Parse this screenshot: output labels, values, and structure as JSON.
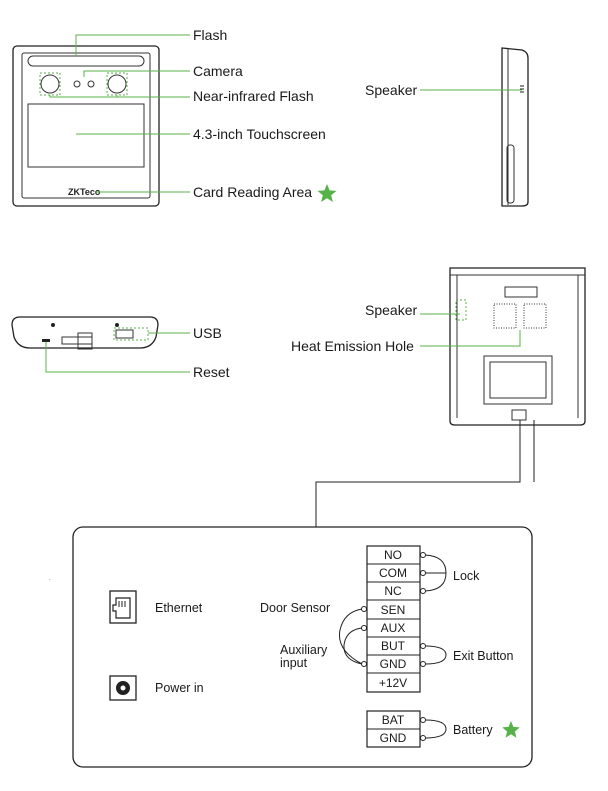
{
  "colors": {
    "accent_green": "#58b24a",
    "outline": "#222222"
  },
  "front_view": {
    "labels": {
      "flash": "Flash",
      "camera": "Camera",
      "nir_flash": "Near-infrared Flash",
      "touchscreen": "4.3-inch Touchscreen",
      "card_area": "Card Reading Area"
    },
    "logo_text": "ZKTeco",
    "star_icon": "star-icon"
  },
  "side_view": {
    "labels": {
      "speaker": "Speaker"
    }
  },
  "bottom_view": {
    "labels": {
      "usb": "USB",
      "reset": "Reset"
    }
  },
  "back_view": {
    "labels": {
      "speaker": "Speaker",
      "heat": "Heat Emission Hole"
    }
  },
  "connection_panel": {
    "ethernet": "Ethernet",
    "power": "Power in",
    "door_sensor": "Door Sensor",
    "auxiliary": [
      "Auxiliary",
      "input"
    ],
    "lock": "Lock",
    "exit_button": "Exit Button",
    "battery": "Battery",
    "terminals_main": [
      "NO",
      "COM",
      "NC",
      "SEN",
      "AUX",
      "BUT",
      "GND",
      "+12V"
    ],
    "terminals_battery": [
      "BAT",
      "GND"
    ]
  }
}
